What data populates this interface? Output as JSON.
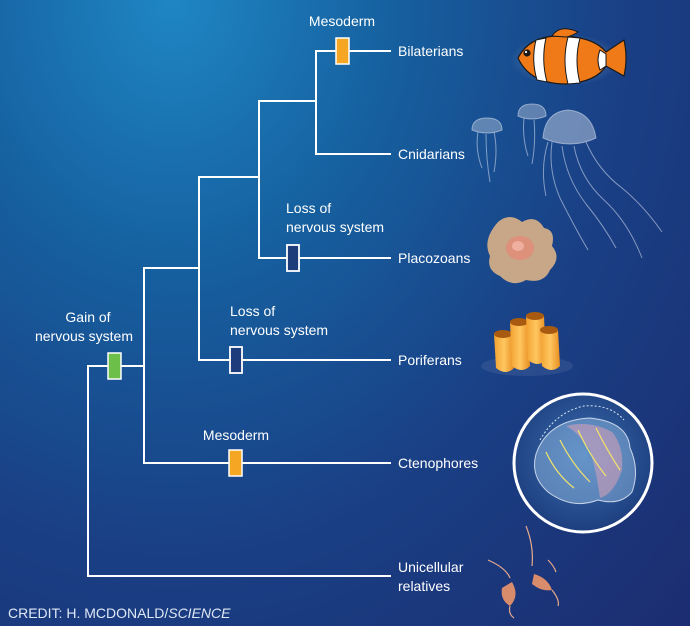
{
  "diagram": {
    "taxa": {
      "bilaterians": "Bilaterians",
      "cnidarians": "Cnidarians",
      "placozoans": "Placozoans",
      "poriferans": "Poriferans",
      "ctenophores": "Ctenophores",
      "unicellular_line1": "Unicellular",
      "unicellular_line2": "relatives"
    },
    "events": {
      "mesoderm_bilaterians": "Mesoderm",
      "loss_placozoans_line1": "Loss of",
      "loss_placozoans_line2": "nervous system",
      "loss_poriferans_line1": "Loss of",
      "loss_poriferans_line2": "nervous system",
      "gain_line1": "Gain of",
      "gain_line2": "nervous system",
      "mesoderm_ctenophores": "Mesoderm"
    },
    "credit_prefix": "CREDIT: H. MCDONALD/",
    "credit_source": "SCIENCE"
  },
  "colors": {
    "branch": "#ffffff",
    "mesoderm_marker": "#f5a623",
    "gain_marker": "#6cc04a",
    "loss_marker": "#1c3d7a"
  }
}
